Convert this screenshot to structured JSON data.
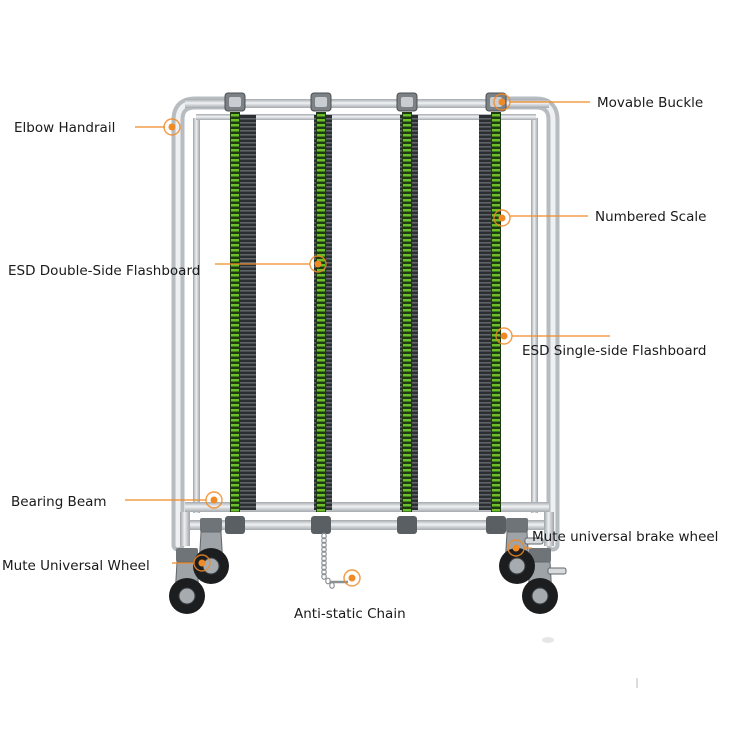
{
  "diagram": {
    "accent_color": "#f08a24",
    "frame_color": "#c8ccd0",
    "slot_color": "#6bbf2a",
    "labels": {
      "elbow_handrail": "Elbow Handrail",
      "movable_buckle": "Movable Buckle",
      "numbered_scale": "Numbered Scale",
      "esd_double_side_flashboard": "ESD Double-Side Flashboard",
      "esd_single_side_flashboard": "ESD Single-side Flashboard",
      "bearing_beam": "Bearing Beam",
      "mute_universal_wheel": "Mute Universal Wheel",
      "mute_universal_brake_wheel": "Mute universal brake wheel",
      "anti_static_chain": "Anti-static Chain"
    }
  }
}
